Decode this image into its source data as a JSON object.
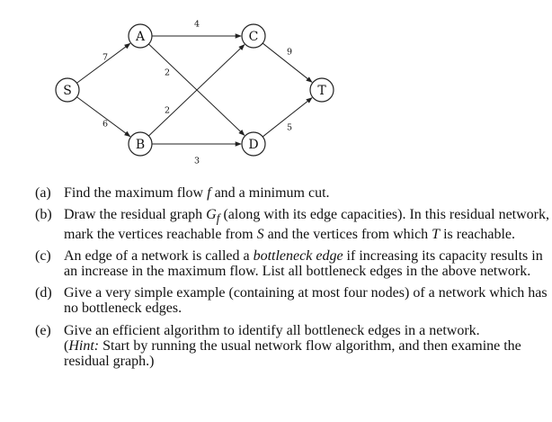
{
  "graph": {
    "nodes": [
      {
        "id": "S",
        "label": "S"
      },
      {
        "id": "A",
        "label": "A"
      },
      {
        "id": "B",
        "label": "B"
      },
      {
        "id": "C",
        "label": "C"
      },
      {
        "id": "D",
        "label": "D"
      },
      {
        "id": "T",
        "label": "T"
      }
    ],
    "edges": [
      {
        "from": "S",
        "to": "A",
        "capacity": "7"
      },
      {
        "from": "S",
        "to": "B",
        "capacity": "6"
      },
      {
        "from": "A",
        "to": "C",
        "capacity": "4"
      },
      {
        "from": "A",
        "to": "D",
        "capacity": "2"
      },
      {
        "from": "B",
        "to": "C",
        "capacity": "2"
      },
      {
        "from": "B",
        "to": "D",
        "capacity": "3"
      },
      {
        "from": "C",
        "to": "T",
        "capacity": "9"
      },
      {
        "from": "D",
        "to": "T",
        "capacity": "5"
      }
    ]
  },
  "problems": [
    {
      "label": "(a)",
      "t1": "Find the maximum flow ",
      "v1": "f",
      "t2": " and a minimum cut."
    },
    {
      "label": "(b)",
      "t1": "Draw the residual graph ",
      "v1": "G",
      "sub1": "f",
      "t2": " (along with its edge capacities). In this residual network, mark the vertices reachable from ",
      "v2": "S",
      "t3": " and the vertices from which ",
      "v3": "T",
      "t4": " is reachable."
    },
    {
      "label": "(c)",
      "t1": "An edge of a network is called a ",
      "em1": "bottleneck edge",
      "t2": " if increasing its capacity results in an increase in the maximum flow. List all bottleneck edges in the above network."
    },
    {
      "label": "(d)",
      "t1": "Give a very simple example (containing at most four nodes) of a network which has no bottleneck edges."
    },
    {
      "label": "(e)",
      "t1": "Give an efficient algorithm to identify all bottleneck edges in a network.",
      "hint_label": "Hint:",
      "hint_text": " Start by running the usual network flow algorithm, and then examine the residual graph.)"
    }
  ]
}
